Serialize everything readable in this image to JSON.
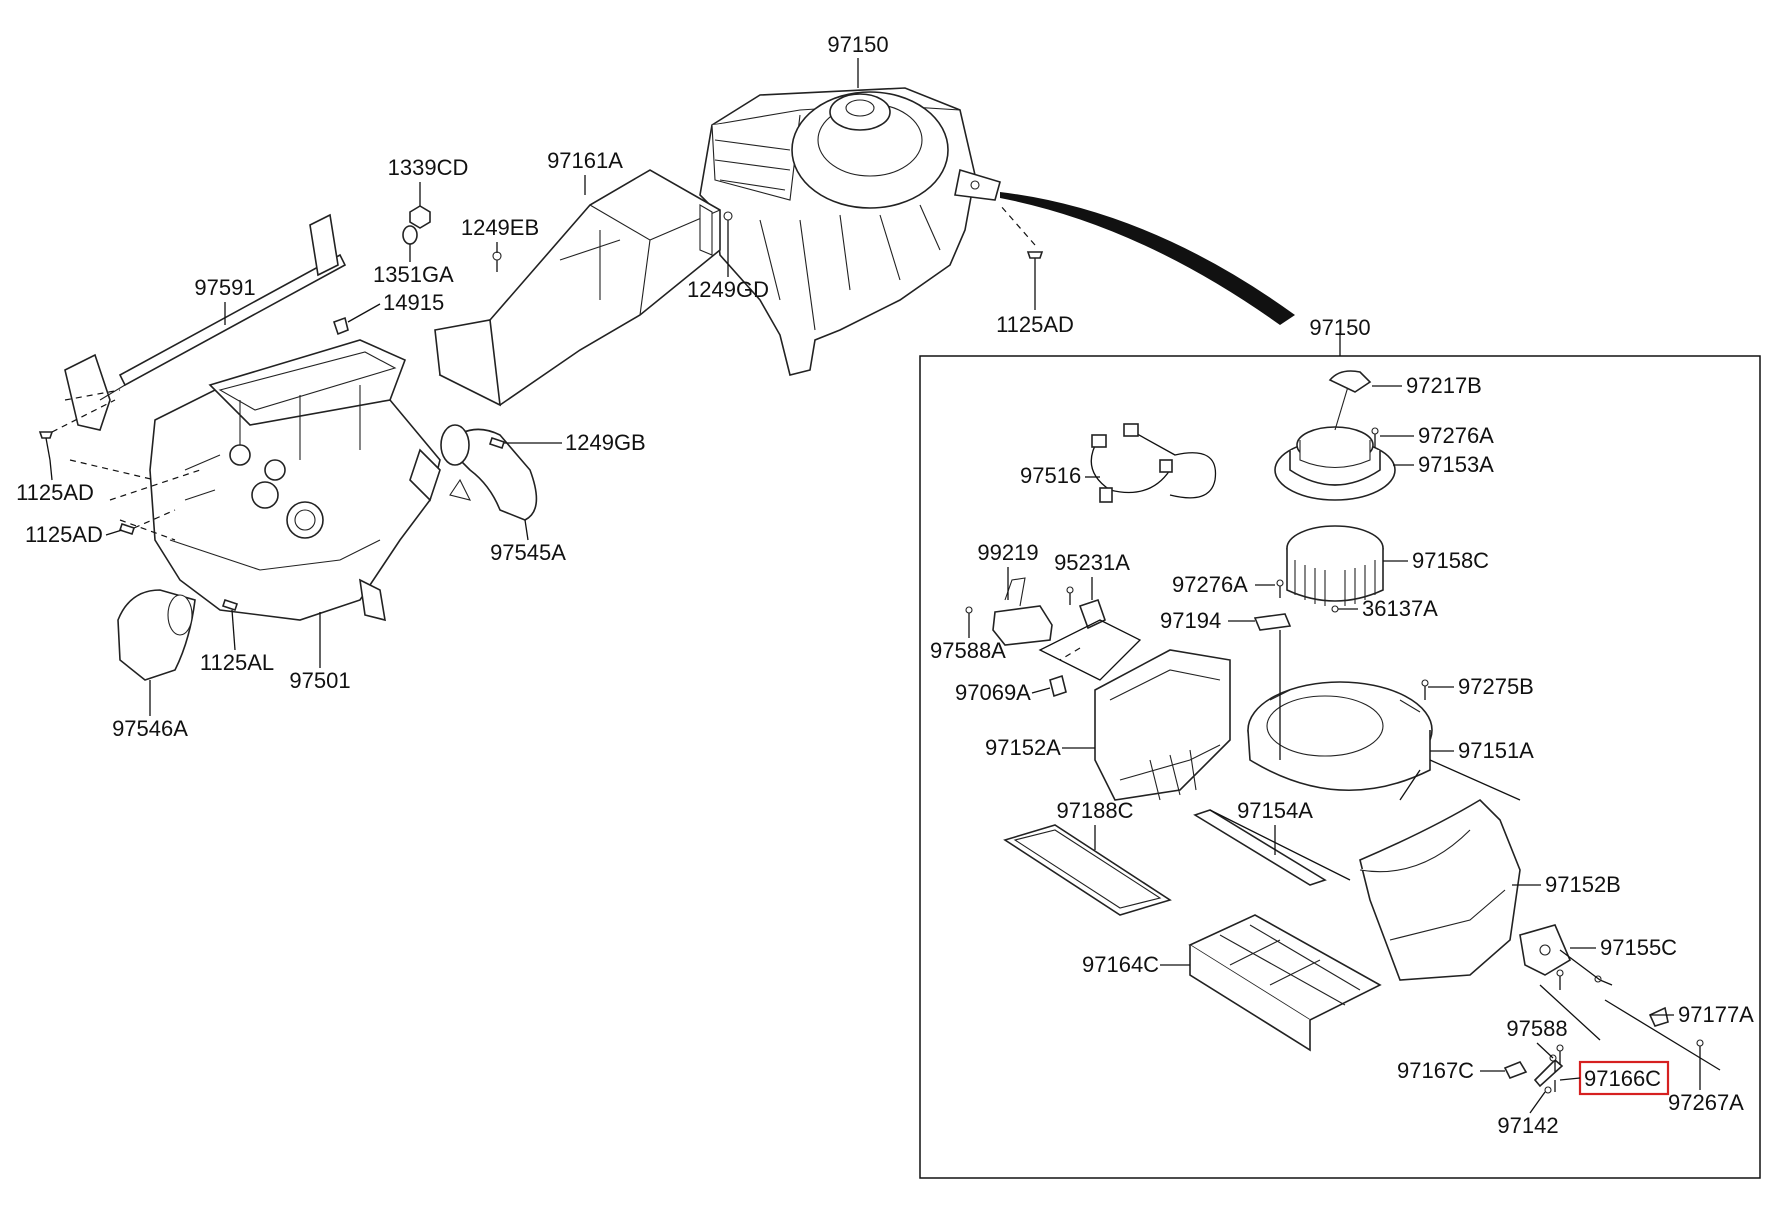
{
  "diagram": {
    "labels": {
      "p97150_top": "97150",
      "p97161A": "97161A",
      "p1339CD": "1339CD",
      "p1249EB": "1249EB",
      "p1351GA": "1351GA",
      "p14915": "14915",
      "p97591": "97591",
      "p1249GD": "1249GD",
      "p1125AD_mid": "1125AD",
      "p97150_box": "97150",
      "p1125AD_left": "1125AD",
      "p1249GB": "1249GB",
      "p1125AD_left2": "1125AD",
      "p97545A": "97545A",
      "p1125AL": "1125AL",
      "p97501": "97501",
      "p97546A": "97546A",
      "p97217B": "97217B",
      "p97276A_a": "97276A",
      "p97153A": "97153A",
      "p97516": "97516",
      "p97158C": "97158C",
      "p99219": "99219",
      "p95231A": "95231A",
      "p97276A_b": "97276A",
      "p36137A": "36137A",
      "p97194": "97194",
      "p97588A": "97588A",
      "p97275B": "97275B",
      "p97069A": "97069A",
      "p97151A": "97151A",
      "p97152A": "97152A",
      "p97188C": "97188C",
      "p97154A": "97154A",
      "p97152B": "97152B",
      "p97155C": "97155C",
      "p97164C": "97164C",
      "p97177A": "97177A",
      "p97588": "97588",
      "p97167C": "97167C",
      "p97166C": "97166C",
      "p97267A": "97267A",
      "p97142": "97142"
    },
    "highlight_part": "97166C",
    "highlight_color": "#d62020"
  }
}
